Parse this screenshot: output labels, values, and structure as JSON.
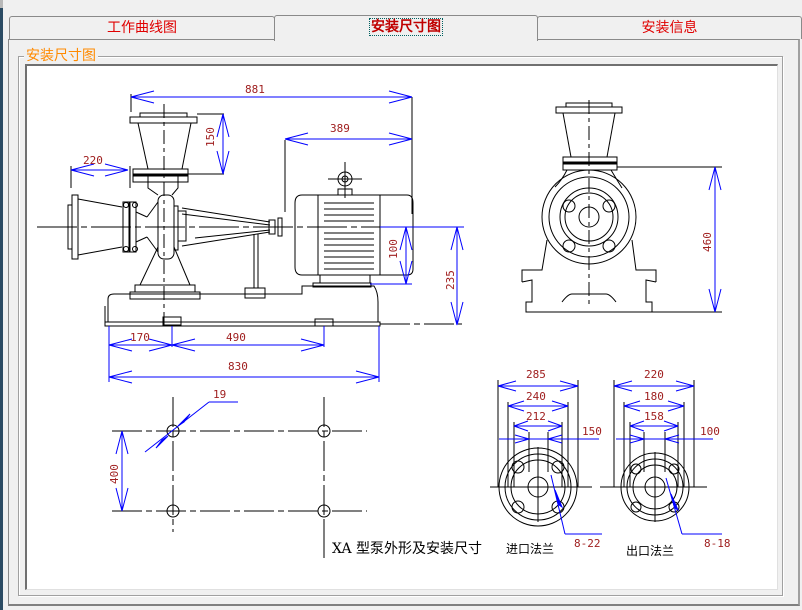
{
  "tabs": [
    {
      "label": "工作曲线图",
      "active": false
    },
    {
      "label": "安装尺寸图",
      "active": true
    },
    {
      "label": "安装信息",
      "active": false
    }
  ],
  "group": {
    "title": "安装尺寸图"
  },
  "colors": {
    "tab_text": "#e00000",
    "group_title": "#ff8a00",
    "dimension_line": "#0000ff",
    "dimension_text": "#a02020"
  },
  "drawing": {
    "caption": "XA 型泵外形及安装尺寸",
    "side_view": {
      "overall_length": "881",
      "motor_length": "389",
      "inlet_length": "220",
      "outlet_height": "150",
      "motor_center_offset": "100",
      "shaft_height": "235",
      "base_seg_1": "170",
      "base_seg_2": "490",
      "base_length": "830"
    },
    "foundation": {
      "bolt_hole_dia": "19",
      "bolt_spacing": "400"
    },
    "front_view": {
      "center_height": "460"
    },
    "inlet_flange": {
      "label": "进口法兰",
      "outer_dia": "285",
      "bolt_circle": "240",
      "raised_face": "212",
      "nominal_dia": "150",
      "bolts": "8-22"
    },
    "outlet_flange": {
      "label": "出口法兰",
      "outer_dia": "220",
      "bolt_circle": "180",
      "raised_face": "158",
      "nominal_dia": "100",
      "bolts": "8-18"
    }
  }
}
